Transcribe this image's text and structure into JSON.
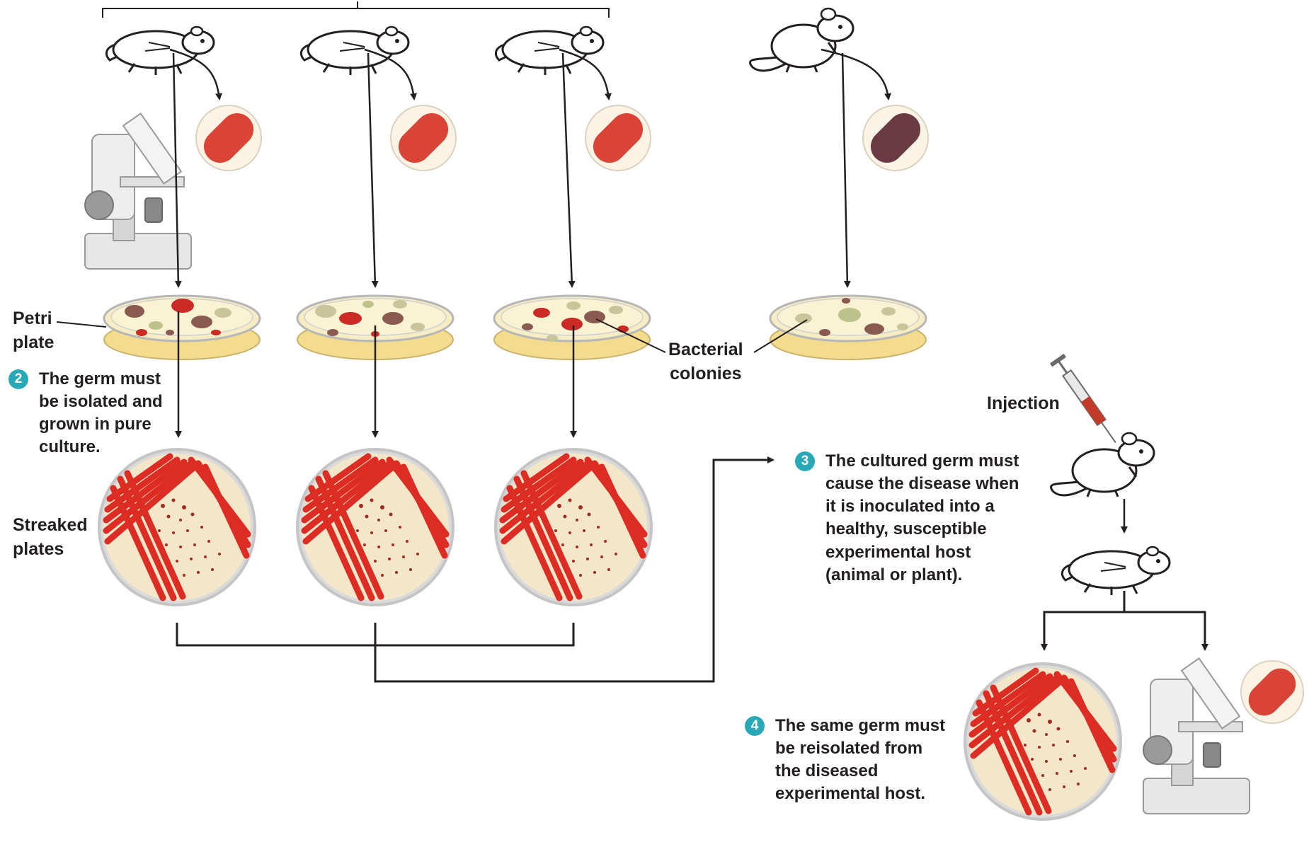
{
  "labels": {
    "petri_plate": "Petri\nplate",
    "bacterial_colonies": "Bacterial\ncolonies",
    "streaked_plates": "Streaked\nplates",
    "injection": "Injection"
  },
  "steps": [
    {
      "number": "2",
      "text": "The germ must\nbe isolated and\ngrown in pure\nculture."
    },
    {
      "number": "3",
      "text": "The cultured germ must\ncause the disease when\nit is inoculated into a\nhealthy, susceptible\nexperimental host\n(animal or plant)."
    },
    {
      "number": "4",
      "text": "The same germ must\nbe reisolated from\nthe diseased\nexperimental host."
    }
  ],
  "colors": {
    "bacterium_disease": "#d94436",
    "bacterium_healthy": "#6a3a42",
    "streak": "#dc2c23",
    "agar": "#f5e9b4",
    "step_badge": "#29a8b8",
    "arrow": "#231f20"
  },
  "icons": [
    "diseased-mouse-icon",
    "healthy-mouse-icon",
    "microscope-icon",
    "syringe-icon",
    "bacterium-icon",
    "petri-dish-icon",
    "streaked-plate-icon"
  ]
}
